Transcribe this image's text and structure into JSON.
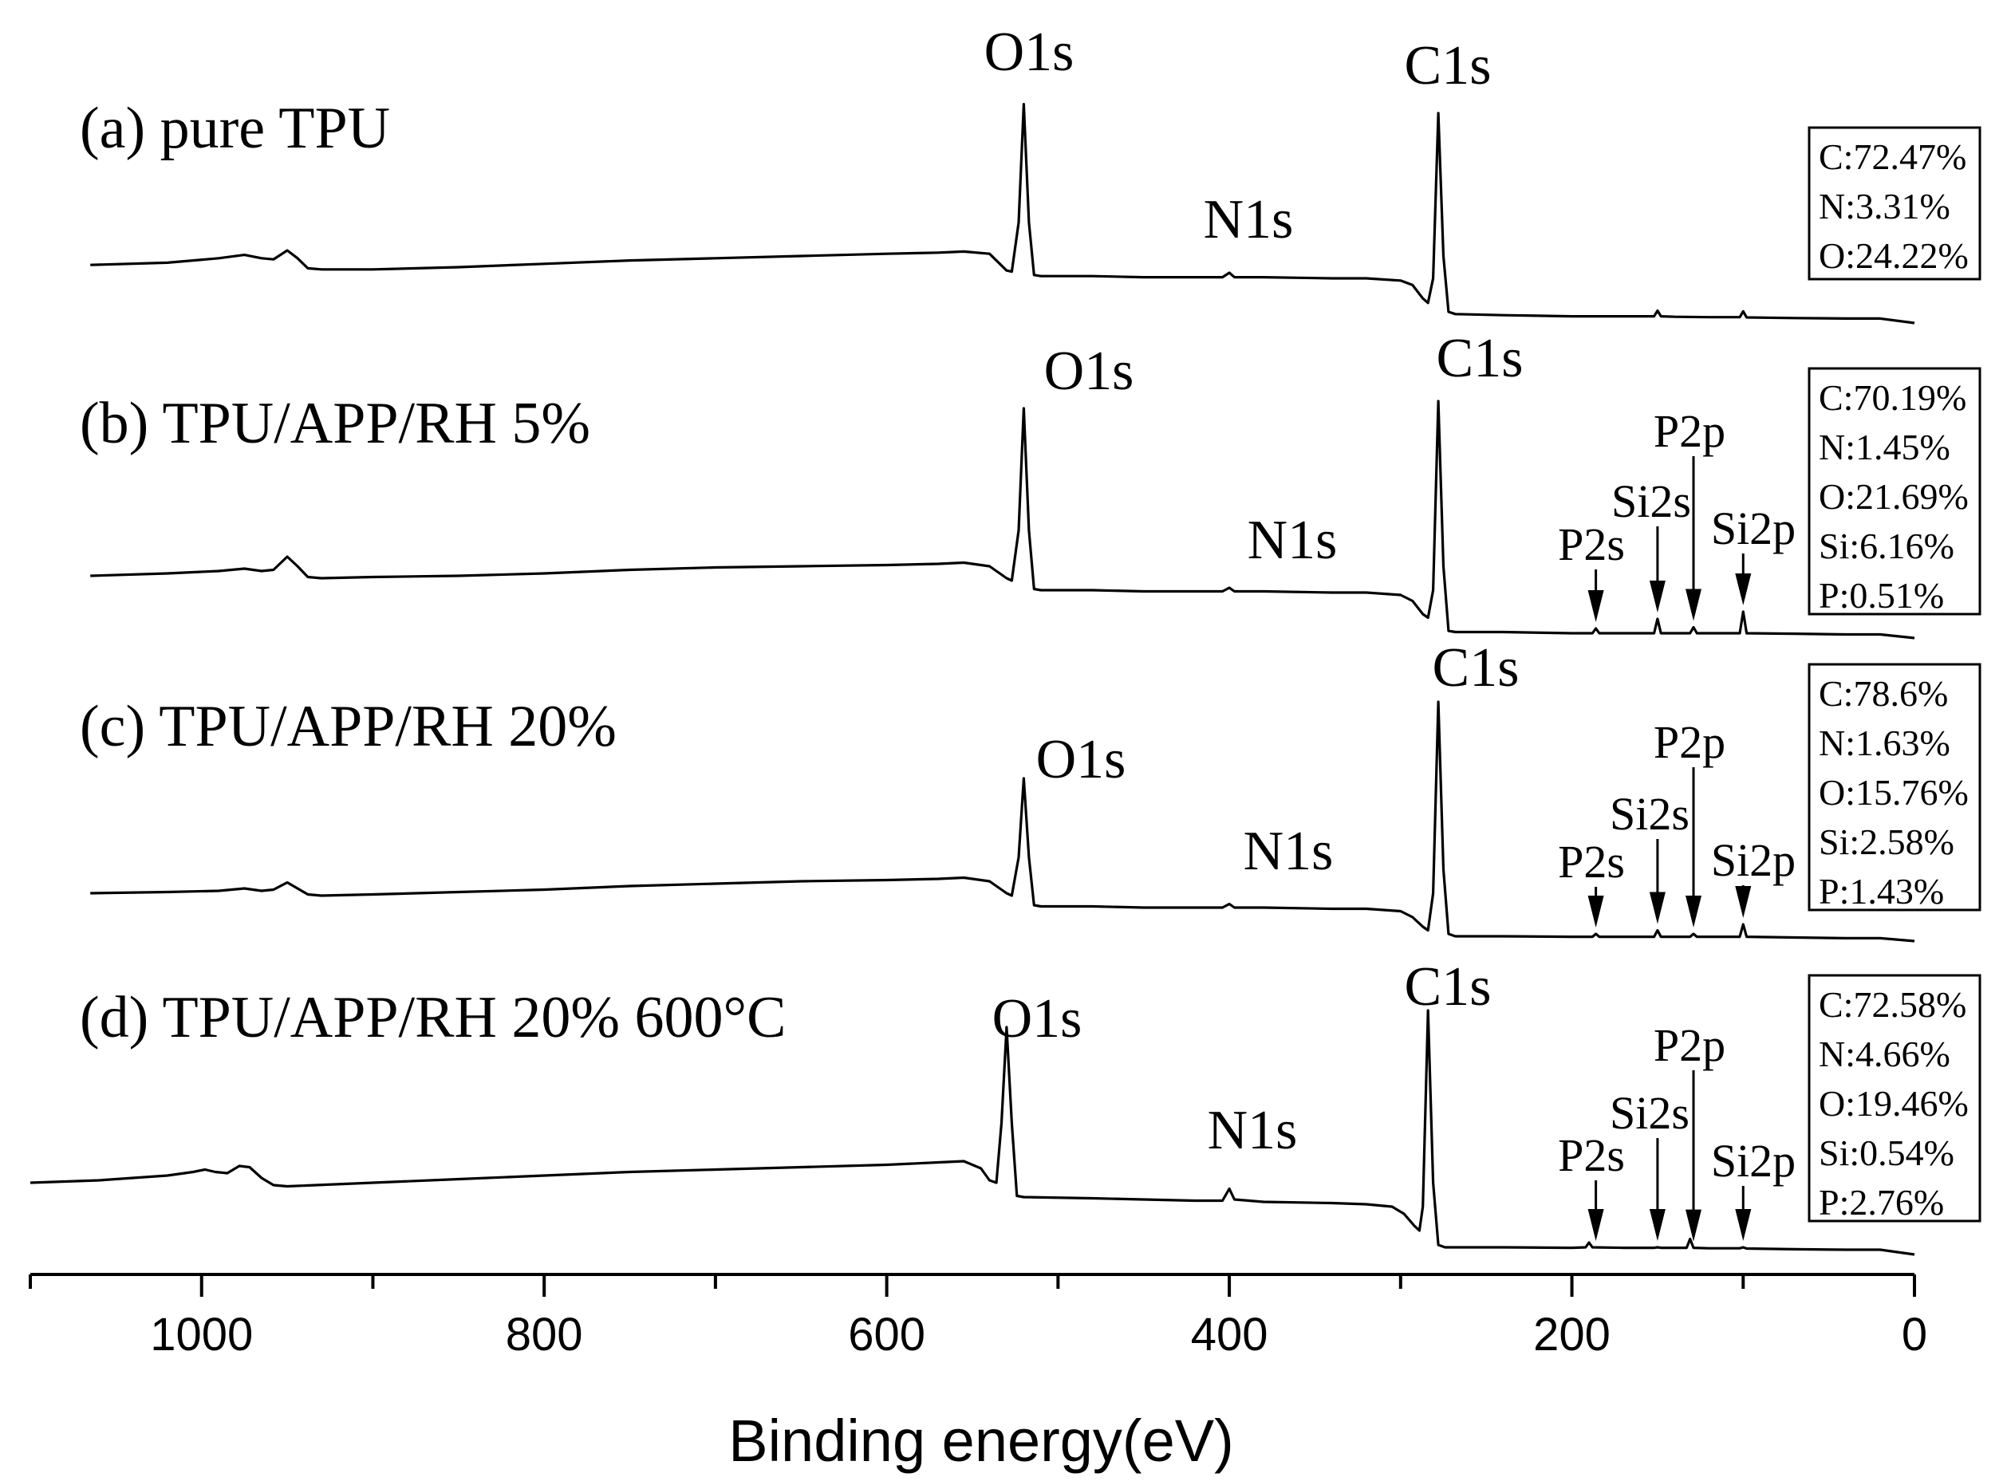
{
  "chart_data": {
    "type": "line",
    "xlabel": "Binding energy(eV)",
    "xlim": [
      1100,
      0
    ],
    "x_reversed": true,
    "xticks": [
      1000,
      800,
      600,
      400,
      200,
      0
    ],
    "xtick_labels": [
      "1000",
      "800",
      "600",
      "400",
      "200",
      "0"
    ],
    "yaxis_visible": false,
    "series": [
      {
        "name": "(a) pure TPU",
        "x_start": 1065,
        "points": [
          [
            1065,
            0.26
          ],
          [
            1020,
            0.27
          ],
          [
            990,
            0.29
          ],
          [
            975,
            0.305
          ],
          [
            965,
            0.29
          ],
          [
            958,
            0.285
          ],
          [
            950,
            0.325
          ],
          [
            944,
            0.29
          ],
          [
            938,
            0.245
          ],
          [
            930,
            0.24
          ],
          [
            900,
            0.24
          ],
          [
            850,
            0.25
          ],
          [
            800,
            0.265
          ],
          [
            750,
            0.28
          ],
          [
            700,
            0.29
          ],
          [
            650,
            0.3
          ],
          [
            600,
            0.31
          ],
          [
            570,
            0.315
          ],
          [
            555,
            0.32
          ],
          [
            540,
            0.31
          ],
          [
            530,
            0.235
          ],
          [
            527,
            0.23
          ],
          [
            523,
            0.45
          ],
          [
            520,
            0.98
          ],
          [
            517,
            0.45
          ],
          [
            514,
            0.215
          ],
          [
            510,
            0.21
          ],
          [
            480,
            0.21
          ],
          [
            450,
            0.205
          ],
          [
            420,
            0.205
          ],
          [
            404,
            0.205
          ],
          [
            400,
            0.225
          ],
          [
            397,
            0.205
          ],
          [
            380,
            0.205
          ],
          [
            340,
            0.2
          ],
          [
            320,
            0.2
          ],
          [
            300,
            0.19
          ],
          [
            293,
            0.17
          ],
          [
            287,
            0.11
          ],
          [
            284,
            0.09
          ],
          [
            281,
            0.2
          ],
          [
            278,
            0.94
          ],
          [
            275,
            0.3
          ],
          [
            272,
            0.05
          ],
          [
            268,
            0.04
          ],
          [
            240,
            0.035
          ],
          [
            200,
            0.03
          ],
          [
            170,
            0.03
          ],
          [
            152,
            0.03
          ],
          [
            150,
            0.055
          ],
          [
            148,
            0.03
          ],
          [
            140,
            0.028
          ],
          [
            120,
            0.026
          ],
          [
            102,
            0.026
          ],
          [
            100,
            0.052
          ],
          [
            98,
            0.025
          ],
          [
            70,
            0.022
          ],
          [
            40,
            0.02
          ],
          [
            20,
            0.02
          ],
          [
            0,
            0.0
          ]
        ],
        "peak_labels": [
          {
            "text": "O1s",
            "x": 520
          },
          {
            "text": "C1s",
            "x": 275
          },
          {
            "text": "N1s",
            "x": 400
          }
        ],
        "composition": [
          "C:72.47%",
          "N:3.31%",
          "O:24.22%"
        ]
      },
      {
        "name": "(b) TPU/APP/RH 5%",
        "x_start": 1065,
        "points": [
          [
            1065,
            0.26
          ],
          [
            1020,
            0.27
          ],
          [
            990,
            0.28
          ],
          [
            975,
            0.29
          ],
          [
            965,
            0.28
          ],
          [
            958,
            0.285
          ],
          [
            950,
            0.34
          ],
          [
            944,
            0.3
          ],
          [
            938,
            0.255
          ],
          [
            930,
            0.25
          ],
          [
            900,
            0.255
          ],
          [
            850,
            0.26
          ],
          [
            800,
            0.27
          ],
          [
            750,
            0.285
          ],
          [
            700,
            0.295
          ],
          [
            650,
            0.3
          ],
          [
            600,
            0.305
          ],
          [
            570,
            0.31
          ],
          [
            555,
            0.315
          ],
          [
            540,
            0.3
          ],
          [
            530,
            0.25
          ],
          [
            527,
            0.24
          ],
          [
            523,
            0.45
          ],
          [
            520,
            0.96
          ],
          [
            517,
            0.45
          ],
          [
            514,
            0.205
          ],
          [
            510,
            0.2
          ],
          [
            480,
            0.2
          ],
          [
            450,
            0.195
          ],
          [
            420,
            0.195
          ],
          [
            404,
            0.195
          ],
          [
            400,
            0.21
          ],
          [
            397,
            0.195
          ],
          [
            380,
            0.195
          ],
          [
            340,
            0.19
          ],
          [
            320,
            0.19
          ],
          [
            300,
            0.18
          ],
          [
            293,
            0.155
          ],
          [
            287,
            0.1
          ],
          [
            284,
            0.085
          ],
          [
            281,
            0.2
          ],
          [
            278,
            0.99
          ],
          [
            275,
            0.3
          ],
          [
            272,
            0.03
          ],
          [
            268,
            0.025
          ],
          [
            240,
            0.025
          ],
          [
            200,
            0.02
          ],
          [
            188,
            0.02
          ],
          [
            186,
            0.04
          ],
          [
            184,
            0.02
          ],
          [
            170,
            0.02
          ],
          [
            152,
            0.02
          ],
          [
            150,
            0.08
          ],
          [
            148,
            0.02
          ],
          [
            140,
            0.02
          ],
          [
            131,
            0.02
          ],
          [
            129,
            0.045
          ],
          [
            127,
            0.02
          ],
          [
            120,
            0.02
          ],
          [
            102,
            0.02
          ],
          [
            100,
            0.11
          ],
          [
            98,
            0.02
          ],
          [
            70,
            0.018
          ],
          [
            40,
            0.015
          ],
          [
            20,
            0.015
          ],
          [
            0,
            0.0
          ]
        ],
        "peak_labels": [
          {
            "text": "O1s",
            "x": 520
          },
          {
            "text": "C1s",
            "x": 275
          },
          {
            "text": "N1s",
            "x": 400
          },
          {
            "text": "P2s",
            "x": 186
          },
          {
            "text": "Si2s",
            "x": 150
          },
          {
            "text": "P2p",
            "x": 129
          },
          {
            "text": "Si2p",
            "x": 100
          }
        ],
        "composition": [
          "C:70.19%",
          "N:1.45%",
          "O:21.69%",
          "Si:6.16%",
          "P:0.51%"
        ]
      },
      {
        "name": "(c) TPU/APP/RH 20%",
        "x_start": 1065,
        "points": [
          [
            1065,
            0.2
          ],
          [
            1020,
            0.205
          ],
          [
            990,
            0.21
          ],
          [
            975,
            0.22
          ],
          [
            965,
            0.21
          ],
          [
            958,
            0.215
          ],
          [
            950,
            0.245
          ],
          [
            944,
            0.22
          ],
          [
            938,
            0.195
          ],
          [
            930,
            0.19
          ],
          [
            900,
            0.195
          ],
          [
            850,
            0.205
          ],
          [
            800,
            0.215
          ],
          [
            750,
            0.23
          ],
          [
            700,
            0.24
          ],
          [
            650,
            0.25
          ],
          [
            600,
            0.255
          ],
          [
            570,
            0.26
          ],
          [
            555,
            0.265
          ],
          [
            540,
            0.25
          ],
          [
            530,
            0.2
          ],
          [
            527,
            0.19
          ],
          [
            523,
            0.35
          ],
          [
            520,
            0.68
          ],
          [
            517,
            0.35
          ],
          [
            514,
            0.15
          ],
          [
            510,
            0.145
          ],
          [
            480,
            0.145
          ],
          [
            450,
            0.14
          ],
          [
            420,
            0.14
          ],
          [
            404,
            0.14
          ],
          [
            400,
            0.155
          ],
          [
            397,
            0.14
          ],
          [
            380,
            0.14
          ],
          [
            340,
            0.135
          ],
          [
            320,
            0.135
          ],
          [
            300,
            0.125
          ],
          [
            293,
            0.1
          ],
          [
            287,
            0.06
          ],
          [
            284,
            0.045
          ],
          [
            281,
            0.2
          ],
          [
            278,
            1.0
          ],
          [
            275,
            0.3
          ],
          [
            272,
            0.03
          ],
          [
            268,
            0.02
          ],
          [
            240,
            0.02
          ],
          [
            200,
            0.018
          ],
          [
            188,
            0.018
          ],
          [
            186,
            0.03
          ],
          [
            184,
            0.018
          ],
          [
            170,
            0.018
          ],
          [
            152,
            0.018
          ],
          [
            150,
            0.045
          ],
          [
            148,
            0.018
          ],
          [
            140,
            0.018
          ],
          [
            131,
            0.018
          ],
          [
            129,
            0.03
          ],
          [
            127,
            0.018
          ],
          [
            120,
            0.018
          ],
          [
            102,
            0.018
          ],
          [
            100,
            0.07
          ],
          [
            98,
            0.018
          ],
          [
            70,
            0.015
          ],
          [
            40,
            0.012
          ],
          [
            20,
            0.012
          ],
          [
            0,
            0.0
          ]
        ],
        "peak_labels": [
          {
            "text": "O1s",
            "x": 520
          },
          {
            "text": "C1s",
            "x": 275
          },
          {
            "text": "N1s",
            "x": 400
          },
          {
            "text": "P2s",
            "x": 186
          },
          {
            "text": "Si2s",
            "x": 150
          },
          {
            "text": "P2p",
            "x": 129
          },
          {
            "text": "Si2p",
            "x": 100
          }
        ],
        "composition": [
          "C:78.6%",
          "N:1.63%",
          "O:15.76%",
          "Si:2.58%",
          "P:1.43%"
        ]
      },
      {
        "name": "(d) TPU/APP/RH 20% 600°C",
        "x_start": 1100,
        "points": [
          [
            1100,
            0.3
          ],
          [
            1060,
            0.31
          ],
          [
            1020,
            0.33
          ],
          [
            1005,
            0.345
          ],
          [
            998,
            0.355
          ],
          [
            992,
            0.345
          ],
          [
            985,
            0.34
          ],
          [
            978,
            0.37
          ],
          [
            972,
            0.365
          ],
          [
            965,
            0.32
          ],
          [
            958,
            0.29
          ],
          [
            950,
            0.285
          ],
          [
            900,
            0.3
          ],
          [
            850,
            0.315
          ],
          [
            800,
            0.33
          ],
          [
            750,
            0.345
          ],
          [
            700,
            0.355
          ],
          [
            650,
            0.365
          ],
          [
            600,
            0.375
          ],
          [
            570,
            0.385
          ],
          [
            555,
            0.39
          ],
          [
            545,
            0.36
          ],
          [
            540,
            0.31
          ],
          [
            536,
            0.3
          ],
          [
            533,
            0.55
          ],
          [
            530,
            0.95
          ],
          [
            527,
            0.55
          ],
          [
            524,
            0.245
          ],
          [
            520,
            0.24
          ],
          [
            480,
            0.235
          ],
          [
            450,
            0.23
          ],
          [
            420,
            0.225
          ],
          [
            404,
            0.225
          ],
          [
            400,
            0.275
          ],
          [
            397,
            0.23
          ],
          [
            380,
            0.22
          ],
          [
            340,
            0.215
          ],
          [
            320,
            0.21
          ],
          [
            305,
            0.2
          ],
          [
            298,
            0.17
          ],
          [
            292,
            0.12
          ],
          [
            289,
            0.1
          ],
          [
            287,
            0.2
          ],
          [
            284,
            1.02
          ],
          [
            281,
            0.3
          ],
          [
            278,
            0.04
          ],
          [
            274,
            0.03
          ],
          [
            240,
            0.03
          ],
          [
            200,
            0.028
          ],
          [
            192,
            0.03
          ],
          [
            190,
            0.05
          ],
          [
            188,
            0.03
          ],
          [
            170,
            0.028
          ],
          [
            152,
            0.028
          ],
          [
            150,
            0.03
          ],
          [
            148,
            0.028
          ],
          [
            140,
            0.028
          ],
          [
            133,
            0.028
          ],
          [
            131,
            0.065
          ],
          [
            129,
            0.028
          ],
          [
            120,
            0.026
          ],
          [
            102,
            0.026
          ],
          [
            100,
            0.03
          ],
          [
            98,
            0.025
          ],
          [
            70,
            0.022
          ],
          [
            40,
            0.02
          ],
          [
            20,
            0.02
          ],
          [
            0,
            0.0
          ]
        ],
        "peak_labels": [
          {
            "text": "O1s",
            "x": 530
          },
          {
            "text": "C1s",
            "x": 284
          },
          {
            "text": "N1s",
            "x": 400
          },
          {
            "text": "P2s",
            "x": 186
          },
          {
            "text": "Si2s",
            "x": 150
          },
          {
            "text": "P2p",
            "x": 129
          },
          {
            "text": "Si2p",
            "x": 100
          }
        ],
        "composition": [
          "C:72.58%",
          "N:4.66%",
          "O:19.46%",
          "Si:0.54%",
          "P:2.76%"
        ]
      }
    ]
  }
}
